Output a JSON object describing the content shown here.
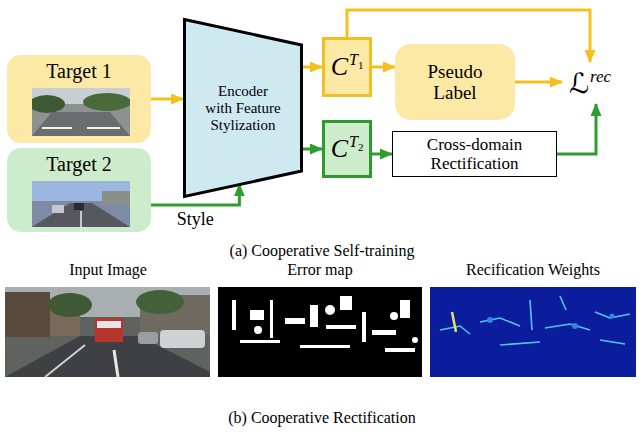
{
  "diagram": {
    "nodes": [
      {
        "text": [
          "Target 1"
        ]
      },
      {
        "text": [
          "Target 2"
        ]
      },
      {
        "text": [
          "Encoder with Feature Stylization"
        ]
      },
      {
        "text": [
          "C",
          "T",
          "1"
        ]
      },
      {
        "text": [
          "Pseudo Label"
        ]
      },
      {
        "text": [
          "ℒ",
          "rec"
        ]
      },
      {
        "text": [
          "C",
          "T",
          "2"
        ]
      },
      {
        "text": [
          "Cross-domain Rectification"
        ]
      }
    ],
    "edges": [
      {
        "from": 0,
        "to": 2,
        "arrow": "to"
      },
      {
        "from": 1,
        "to": 2,
        "label": "Style",
        "arrow": "to"
      },
      {
        "from": 2,
        "to": 3,
        "arrow": "to"
      },
      {
        "from": 2,
        "to": 6,
        "arrow": "to"
      },
      {
        "from": 3,
        "to": 4,
        "arrow": "to"
      },
      {
        "from": 4,
        "to": 5,
        "arrow": "to"
      },
      {
        "from": 3,
        "to": 5,
        "arrow": "to"
      },
      {
        "from": 6,
        "to": 7,
        "arrow": "to"
      },
      {
        "from": 7,
        "to": 5,
        "arrow": "to"
      }
    ],
    "labels": [
      "(a) Cooperative Self-training",
      "Input Image",
      "Error map",
      "Recification Weights",
      "(b) Cooperative Rectification"
    ]
  }
}
